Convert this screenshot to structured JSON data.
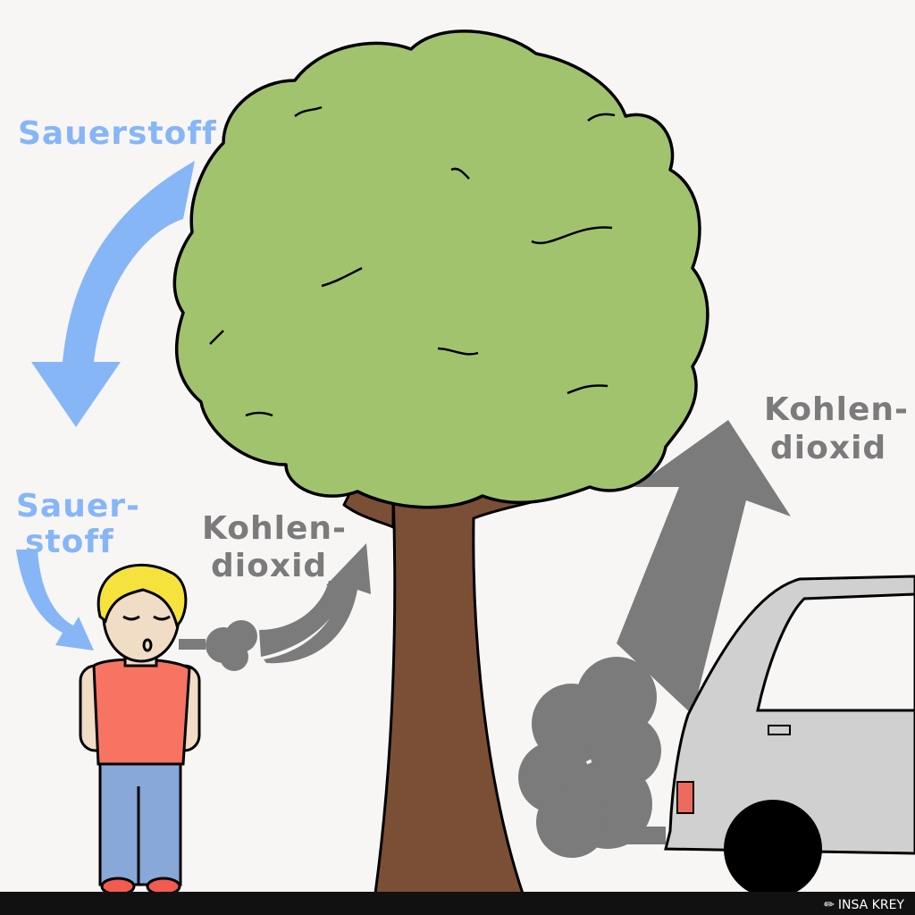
{
  "labels": {
    "oxygen_top": "Sauerstoff",
    "oxygen_person_line1": "Sauer-",
    "oxygen_person_line2": "stoff",
    "co2_person_line1": "Kohlen-",
    "co2_person_line2": "dioxid",
    "co2_car_line1": "Kohlen-",
    "co2_car_line2": "dioxid"
  },
  "credit": "INSA KREY",
  "colors": {
    "background": "#f8f5f5",
    "oxygen": "#86b6f6",
    "co2": "#7b7b7b",
    "crown": "#a2c36d",
    "trunk": "#7b4f36",
    "shirt": "#f77463",
    "pants": "#87a8d8",
    "hair": "#f6e23c",
    "car": "#d0d0d0"
  }
}
